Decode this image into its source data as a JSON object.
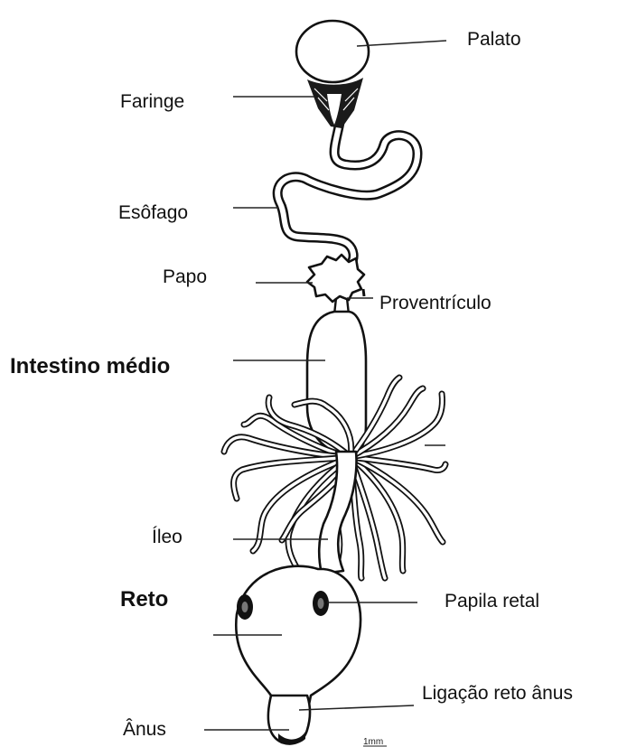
{
  "labels": {
    "palato": "Palato",
    "faringe": "Faringe",
    "esofago": "Esôfago",
    "papo": "Papo",
    "proventriculo": "Proventrículo",
    "intestino_medio": "Intestino médio",
    "ileo": "Íleo",
    "papila_retal": "Papila retal",
    "reto": "Reto",
    "ligacao_reto_anus": "Ligação reto ânus",
    "anus": "Ânus"
  },
  "scale_bar": "1mm"
}
